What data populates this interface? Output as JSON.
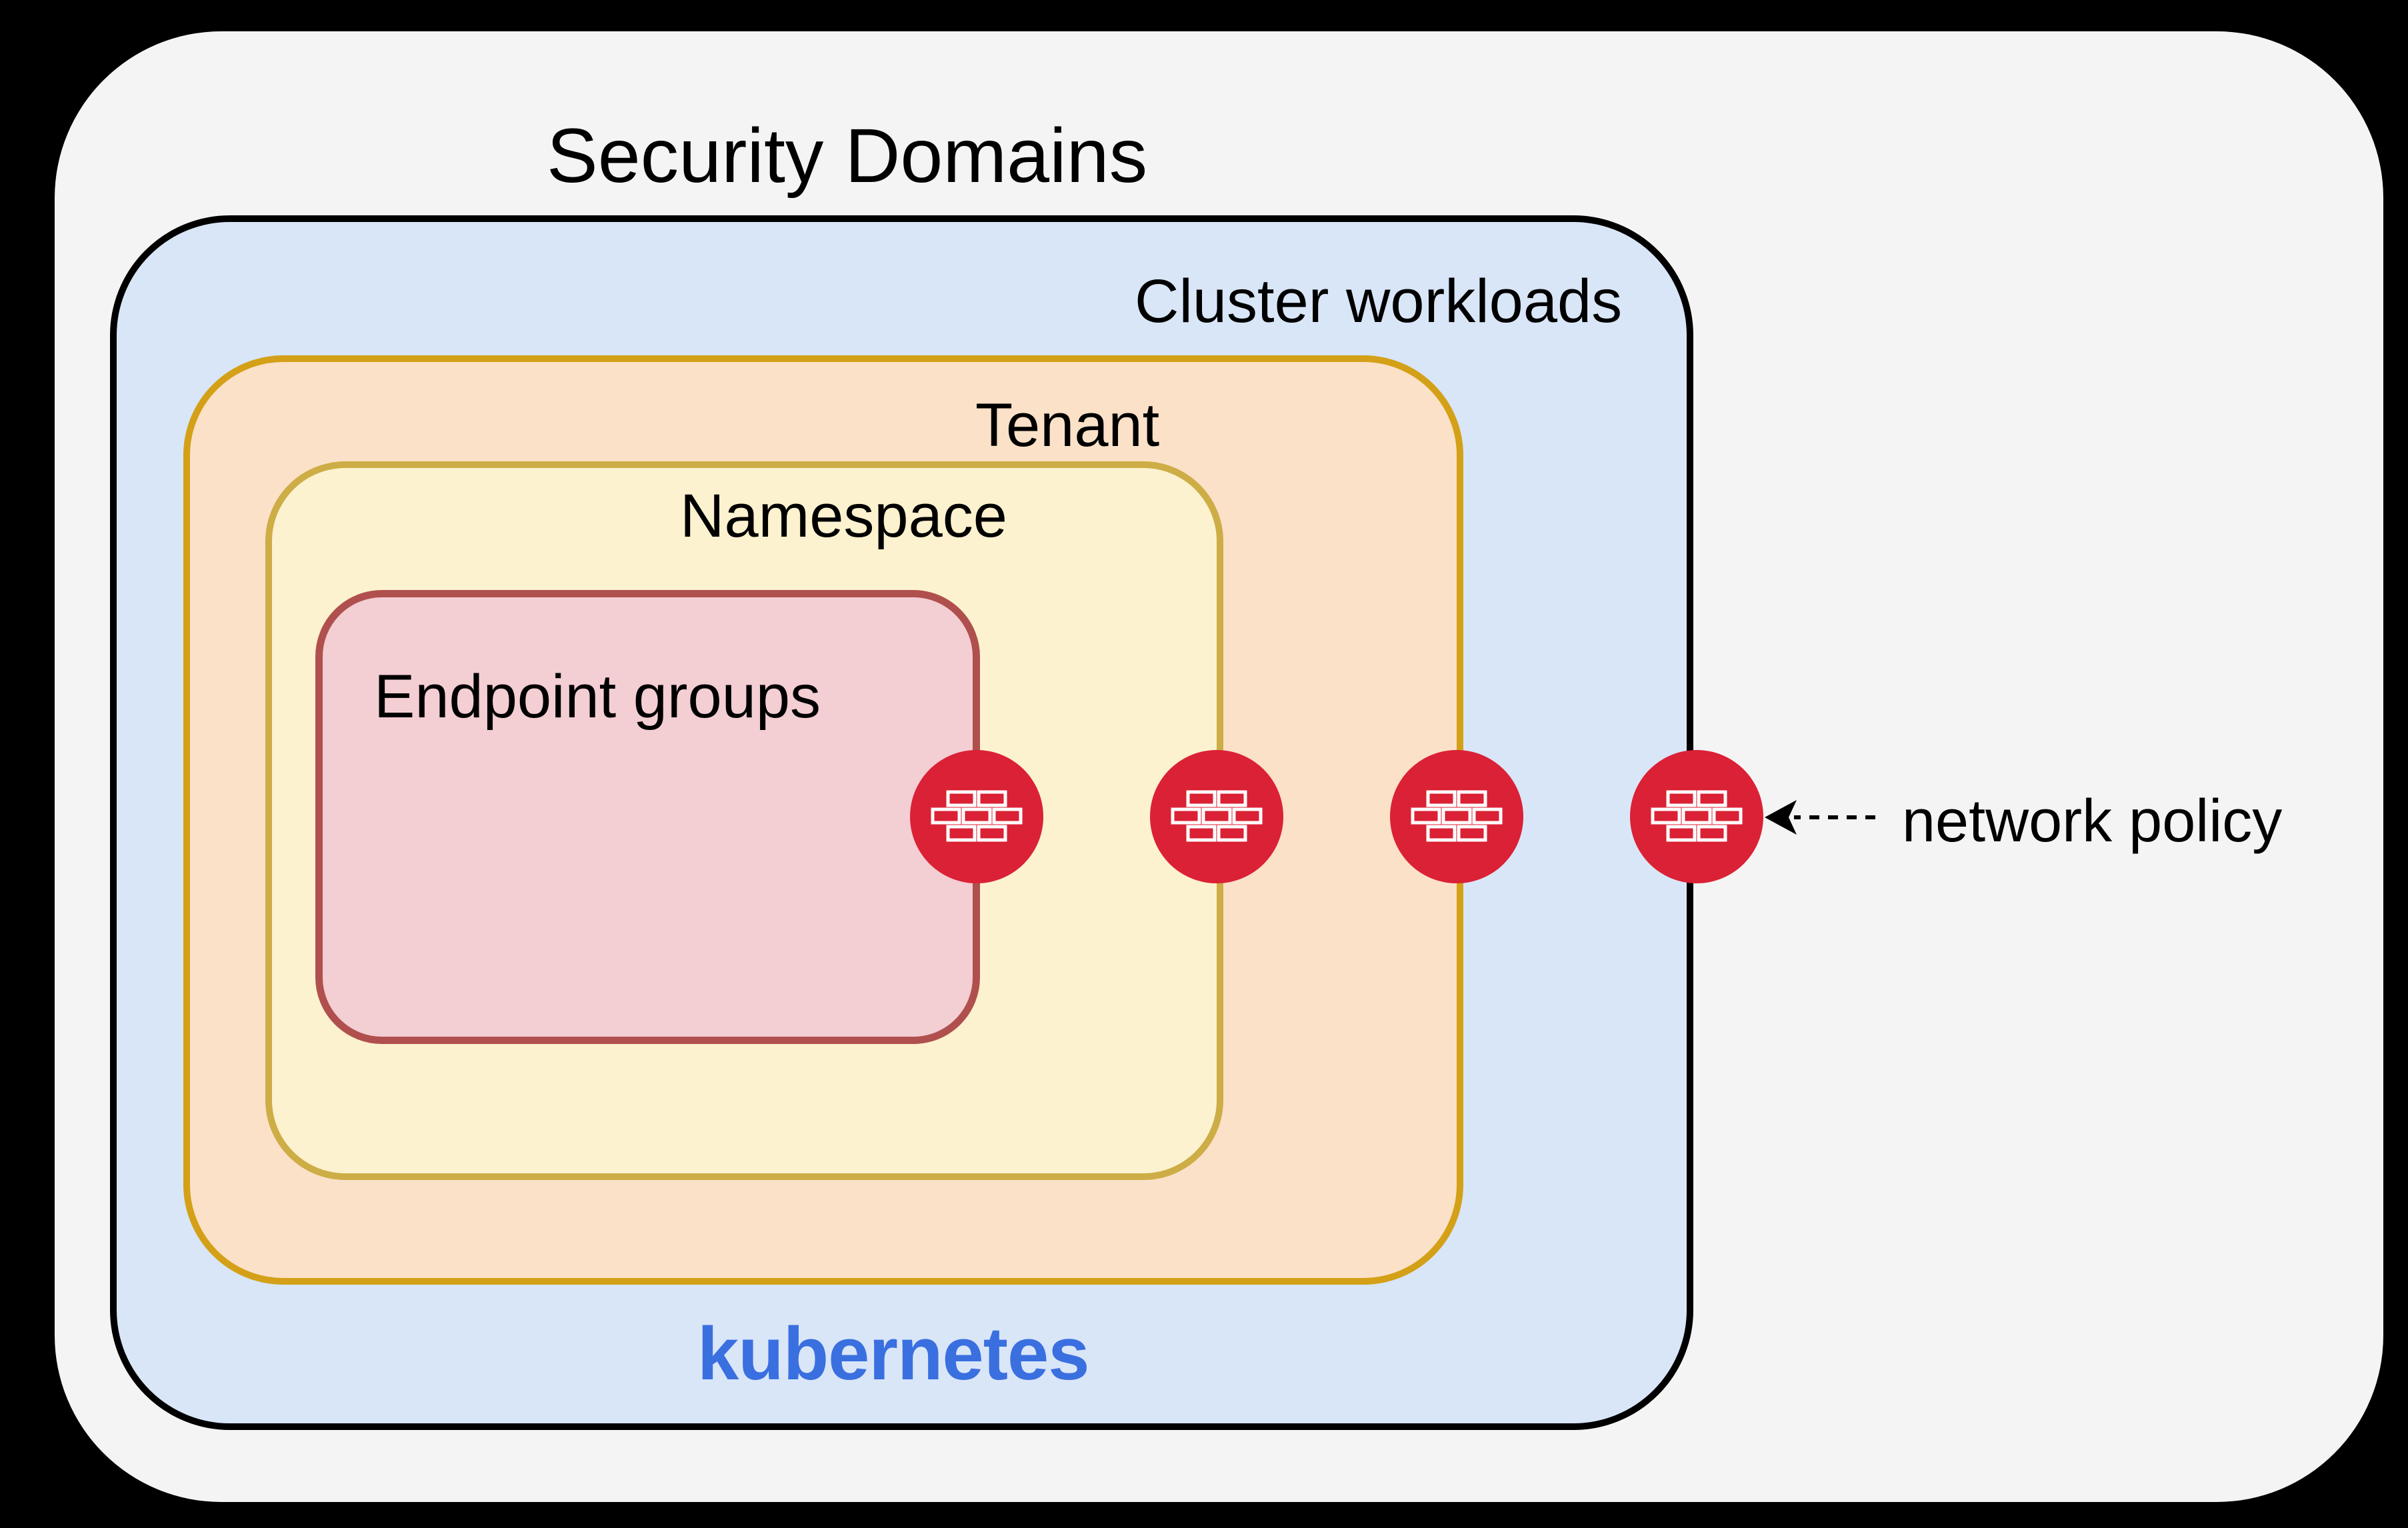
{
  "title": "Security Domains",
  "layers": {
    "cluster": {
      "label": "Cluster workloads",
      "brand": "kubernetes",
      "fill": "#D9E6F8",
      "border": "#000000",
      "brand_color": "#3A6FE0"
    },
    "tenant": {
      "label": "Tenant",
      "fill": "#FBE1C8",
      "border": "#D4A017"
    },
    "namespace": {
      "label": "Namespace",
      "fill": "#FCF2CF",
      "border": "#CDAD45"
    },
    "endpoint_groups": {
      "label": "Endpoint groups",
      "fill": "#F3CED3",
      "border": "#B0504E"
    }
  },
  "firewalls": {
    "icon": "firewall-brick-wall-icon",
    "color": "#DB2135",
    "count": 4,
    "placed_on": [
      "Endpoint groups boundary",
      "Namespace boundary",
      "Tenant boundary",
      "Cluster workloads boundary"
    ]
  },
  "annotation": {
    "label": "network policy",
    "arrow_style": "dashed, pointing left at outermost firewall"
  },
  "colors": {
    "page_background": "#000000",
    "panel_background": "#F4F4F4",
    "text": "#000000"
  }
}
